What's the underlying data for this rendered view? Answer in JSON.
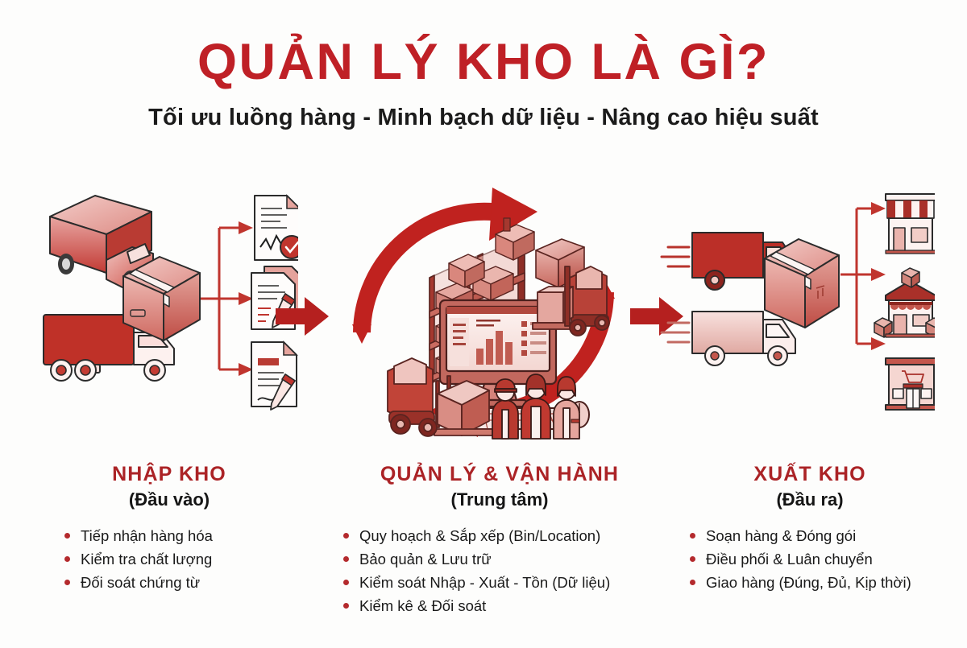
{
  "header": {
    "title": "QUẢN LÝ KHO LÀ GÌ?",
    "subtitle": "Tối ưu luồng hàng - Minh bạch dữ liệu - Nâng cao hiệu suất"
  },
  "colors": {
    "title_red": "#bf2026",
    "heading_red": "#ab2326",
    "arrow_red": "#b5201f",
    "bullet_red": "#b42a2d",
    "body_text": "#1a1a1a",
    "background": "#fdfdfc"
  },
  "columns": [
    {
      "id": "inbound",
      "heading": "NHẬP KHO",
      "subheading": "(Đầu vào)",
      "bullets": [
        "Tiếp nhận hàng hóa",
        "Kiểm tra chất lượng",
        "Đối soát chứng từ"
      ],
      "illustration": {
        "name": "inbound-illustration",
        "elements": [
          "box-truck-isometric",
          "delivery-truck-side",
          "cardboard-box",
          "branch-arrows",
          "document-approved",
          "document-edit",
          "document-sign"
        ]
      }
    },
    {
      "id": "operations",
      "heading": "QUẢN LÝ & VẬN HÀNH",
      "subheading": "(Trung tâm)",
      "bullets": [
        "Quy hoạch & Sắp xếp (Bin/Location)",
        "Bảo quản & Lưu trữ",
        "Kiểm soát Nhập - Xuất - Tồn (Dữ liệu)",
        "Kiểm kê & Đối soát"
      ],
      "illustration": {
        "name": "operations-illustration",
        "elements": [
          "cycle-arrow-top",
          "cycle-arrow-bottom",
          "warehouse-racking",
          "desktop-monitor-dashboard",
          "keyboard",
          "mouse",
          "forklift-left",
          "forklift-right",
          "cardboard-box",
          "warehouse-staff"
        ]
      }
    },
    {
      "id": "outbound",
      "heading": "XUẤT KHO",
      "subheading": "(Đầu ra)",
      "bullets": [
        "Soạn hàng & Đóng gói",
        "Điều phối & Luân chuyển",
        "Giao hàng (Đúng, Đủ, Kịp thời)"
      ],
      "illustration": {
        "name": "outbound-illustration",
        "elements": [
          "delivery-van-fast",
          "delivery-van-outline",
          "cardboard-box",
          "branch-arrows",
          "shop-storefront",
          "convenience-store",
          "supermarket"
        ]
      }
    }
  ],
  "connectors": [
    {
      "id": "arrow-inbound-to-center",
      "label": ""
    },
    {
      "id": "arrow-center-to-outbound",
      "label": ""
    }
  ]
}
